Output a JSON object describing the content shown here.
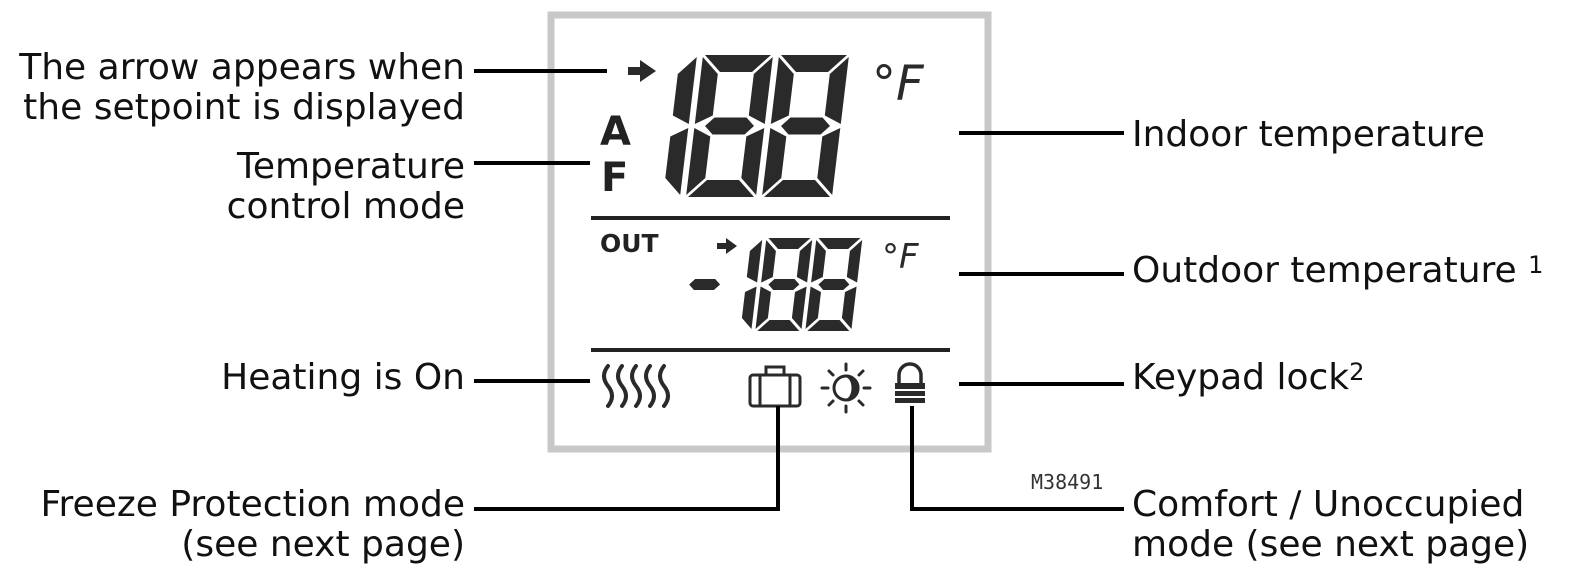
{
  "callouts": {
    "setpoint_arrow": "The arrow appears when\nthe setpoint is displayed",
    "temp_control_mode": "Temperature\ncontrol mode",
    "heating_on": "Heating is On",
    "freeze_protection": "Freeze Protection mode\n(see next page)",
    "indoor_temp": "Indoor temperature",
    "outdoor_temp": "Outdoor temperature",
    "outdoor_temp_note": "1",
    "keypad_lock": "Keypad lock",
    "keypad_lock_note": "2",
    "comfort_unoccupied": "Comfort / Unoccupied\nmode (see next page)"
  },
  "display": {
    "mode_letters": [
      "A",
      "F"
    ],
    "indoor_value": "188",
    "indoor_unit": "°F",
    "outdoor_tag": "OUT",
    "outdoor_value": "-188",
    "outdoor_unit": "°F"
  },
  "figure_code": "M38491",
  "colors": {
    "frame": "#c8c8c8",
    "ink": "#111111",
    "segment": "#2a2a2a"
  },
  "icons": [
    "arrow-icon",
    "heat-waves-icon",
    "suitcase-icon",
    "sun-moon-icon",
    "lock-icon"
  ]
}
